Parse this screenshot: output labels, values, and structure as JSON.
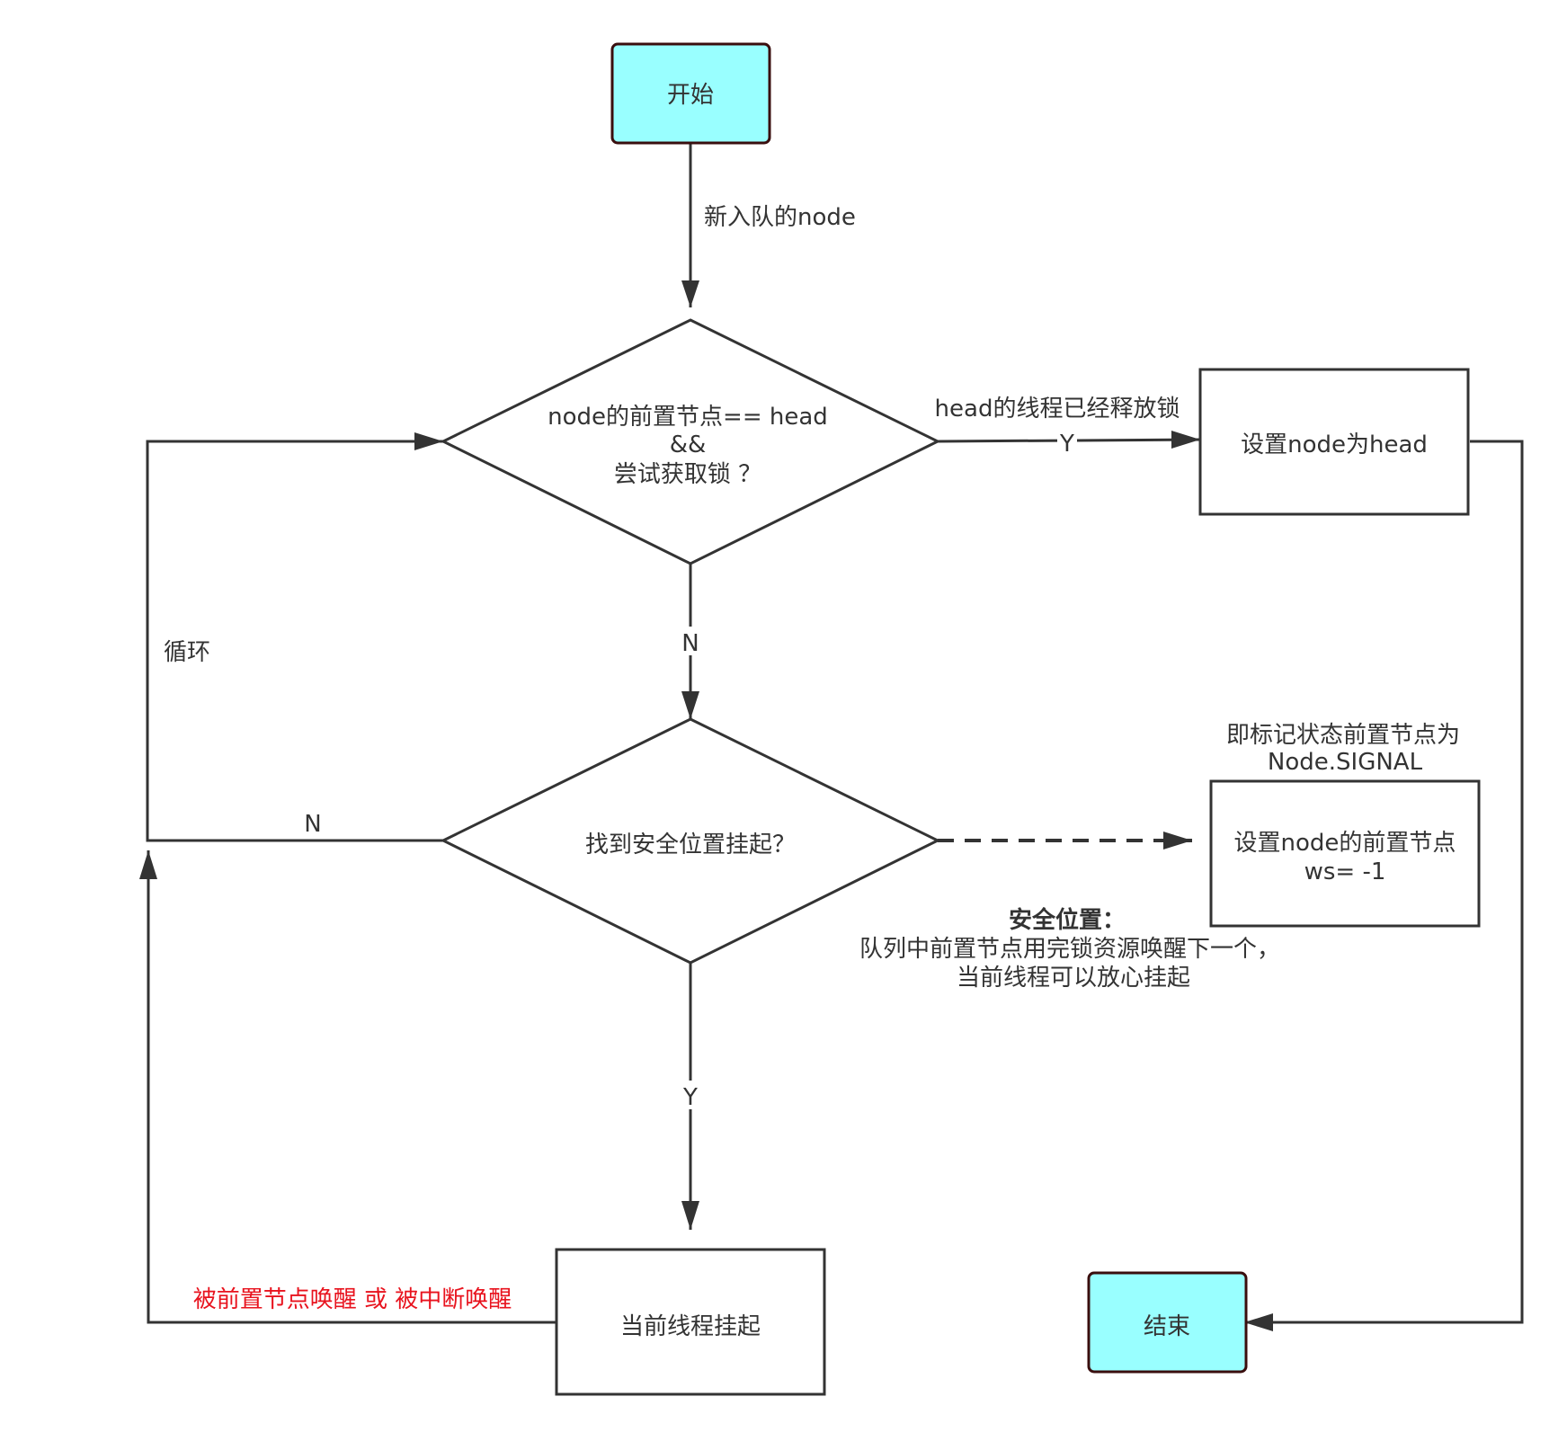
{
  "colors": {
    "stroke": "#333333",
    "terminal_fill": "#99ffff",
    "terminal_stroke": "#3a0e0e",
    "highlight_text": "#e8131e"
  },
  "nodes": {
    "start": "开始",
    "decision1": {
      "line1": "node的前置节点== head",
      "line2": "&&",
      "line3": "尝试获取锁 ？"
    },
    "set_head": "设置node为head",
    "decision2": "找到安全位置挂起？",
    "set_ws": {
      "line1": "设置node的前置节点",
      "line2": "ws= -1"
    },
    "suspend": "当前线程挂起",
    "end": "结束"
  },
  "edges": {
    "new_node": "新入队的node",
    "released": "head的线程已经释放锁",
    "yes1": "Y",
    "no1": "N",
    "no2": "N",
    "loop": "循环",
    "yes2": "Y",
    "woken": "被前置节点唤醒 或 被中断唤醒"
  },
  "notes": {
    "signal": {
      "line1": "即标记状态前置节点为",
      "line2": "Node.SIGNAL"
    },
    "safe": {
      "title": "安全位置：",
      "line1": "队列中前置节点用完锁资源唤醒下一个，",
      "line2": "当前线程可以放心挂起"
    }
  }
}
